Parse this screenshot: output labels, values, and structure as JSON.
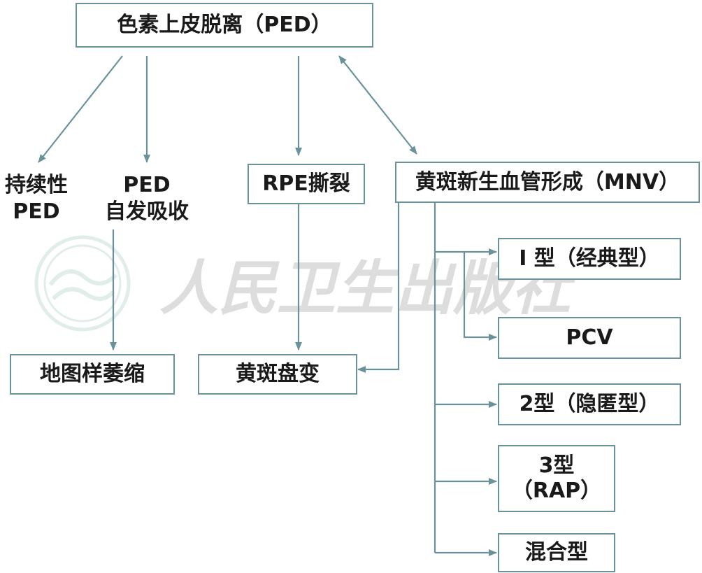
{
  "diagram": {
    "root": "色素上皮脱离（PED）",
    "persistent_line1": "持续性",
    "persistent_line2": "PED",
    "spontaneous_line1": "PED",
    "spontaneous_line2": "自发吸收",
    "rpe_tear": "RPE撕裂",
    "mnv": "黄斑新生血管形成（MNV）",
    "geographic_atrophy": "地图样萎缩",
    "disciform": "黄斑盘变",
    "type1": "I 型（经典型）",
    "pcv": "PCV",
    "type2": "2型（隐匿型）",
    "type3_line1": "3型",
    "type3_line2": "（RAP）",
    "mixed": "混合型"
  },
  "watermark": {
    "text": "人民卫生出版社"
  },
  "colors": {
    "line": "#6a9399",
    "border": "#6a9399",
    "watermark": "#d8d8d8"
  }
}
